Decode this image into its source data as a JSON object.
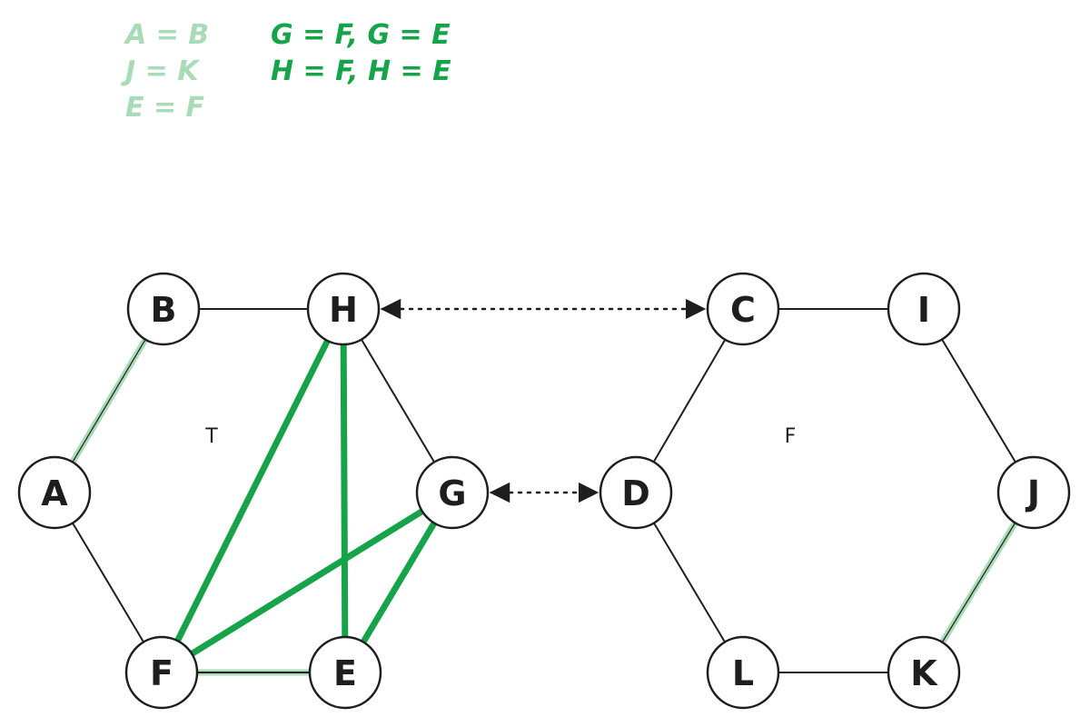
{
  "colors": {
    "light_green": "#a8dbb6",
    "dark_green": "#16a34a",
    "black": "#1e1e1e",
    "node_fill": "#ffffff"
  },
  "legend": {
    "light": [
      "A = B",
      "J = K",
      "E = F"
    ],
    "dark": [
      "G = F, G = E",
      "H = F,  H = E"
    ]
  },
  "regions": {
    "left": "T",
    "right": "F"
  },
  "nodes": {
    "A": "A",
    "B": "B",
    "H": "H",
    "G": "G",
    "E": "E",
    "F": "F",
    "C": "C",
    "I": "I",
    "J": "J",
    "K": "K",
    "L": "L",
    "D": "D"
  },
  "edges": {
    "black": [
      [
        "B",
        "H"
      ],
      [
        "H",
        "G"
      ],
      [
        "A",
        "F"
      ],
      [
        "F",
        "E"
      ],
      [
        "C",
        "I"
      ],
      [
        "I",
        "J"
      ],
      [
        "C",
        "D"
      ],
      [
        "D",
        "L"
      ],
      [
        "L",
        "K"
      ]
    ],
    "light_green": [
      [
        "A",
        "B"
      ],
      [
        "J",
        "K"
      ],
      [
        "F",
        "E"
      ]
    ],
    "dark_green": [
      [
        "H",
        "F"
      ],
      [
        "H",
        "E"
      ],
      [
        "G",
        "F"
      ],
      [
        "G",
        "E"
      ]
    ],
    "dotted_double_arrow": [
      [
        "H",
        "C"
      ],
      [
        "G",
        "D"
      ]
    ]
  }
}
